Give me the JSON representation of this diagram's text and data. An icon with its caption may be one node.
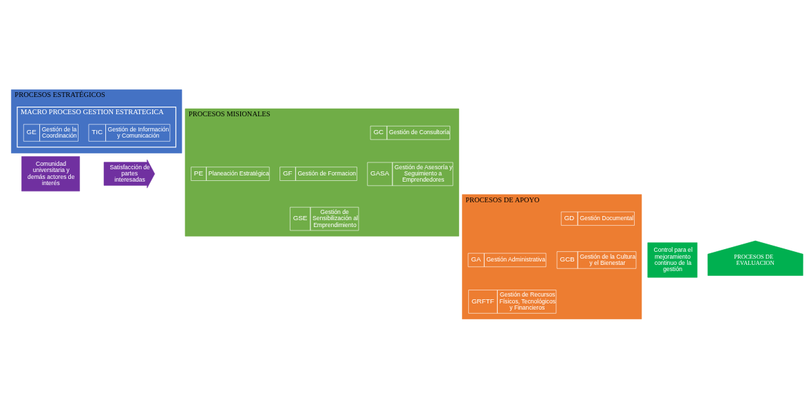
{
  "diagram": {
    "nodes": [
      {
        "text": [
          "Comunidad universitaria y demás actores de interés"
        ]
      },
      {
        "text": [
          "PROCESOS ESTRATÉGICOS"
        ]
      },
      {
        "text": [
          "MACRO PROCESO GESTION ESTRATEGICA"
        ],
        "in": 1
      },
      {
        "text": [
          "GE",
          "Gestión de la Coordinación"
        ],
        "in": 2
      },
      {
        "text": [
          "TIC",
          "Gestión de Información y Comunicación"
        ],
        "in": 2
      },
      {
        "text": [
          "PROCESOS MISIONALES"
        ]
      },
      {
        "text": [
          "PE",
          "Planeación Estratégica"
        ],
        "in": 5
      },
      {
        "text": [
          "GC",
          "Gestión de Consultoría"
        ],
        "in": 5
      },
      {
        "text": [
          "GF",
          "Gestión de Formacion"
        ],
        "in": 5
      },
      {
        "text": [
          "GSE",
          "Gestión de Sensibilización al Emprendimiento"
        ],
        "in": 5
      },
      {
        "text": [
          "GASA",
          "Gestión de Asesoría y Seguimiento a Emprendedores"
        ],
        "in": 5
      },
      {
        "text": [
          "PROCESOS DE APOYO"
        ]
      },
      {
        "text": [
          "GA",
          "Gestión Administrativa"
        ],
        "in": 11
      },
      {
        "text": [
          "GD",
          "Gestión Documental"
        ],
        "in": 11
      },
      {
        "text": [
          "GRFTF",
          "Gestión de Recursos Físicos, Tecnológicos y Financieros"
        ],
        "in": 11
      },
      {
        "text": [
          "GCB",
          "Gestión de la Cultura y el Bienestar"
        ],
        "in": 11
      },
      {
        "text": [
          "Control para el mejoramiento continuo de la gestión"
        ]
      },
      {
        "text": [
          "PROCESOS DE EVALUACION"
        ]
      },
      {
        "text": [
          "Satisfacción de partes interesadas"
        ]
      }
    ]
  }
}
